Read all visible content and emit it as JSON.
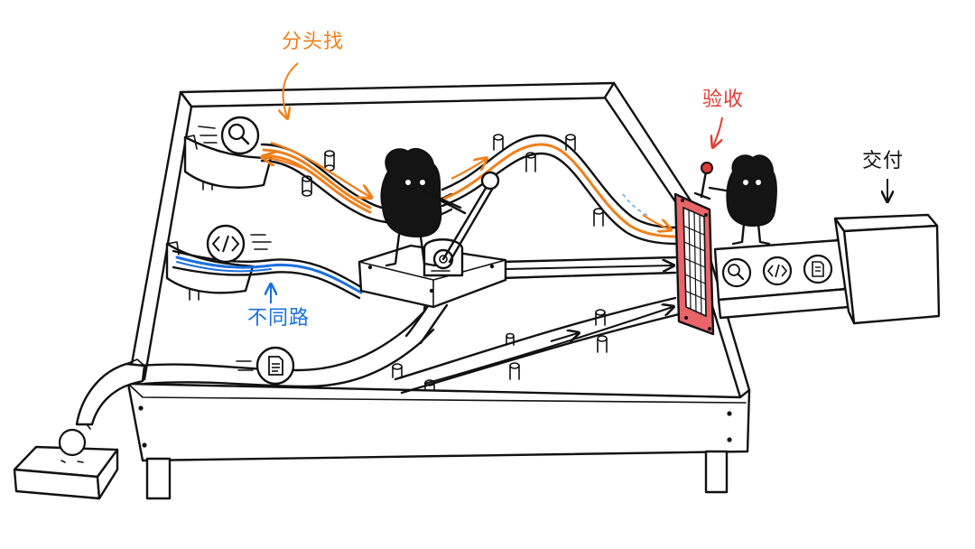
{
  "labels": {
    "split_search": "分头找",
    "different_paths": "不同路",
    "acceptance": "验收",
    "deliver": "交付"
  },
  "icons": {
    "search": "search-icon",
    "code": "code-icon",
    "document": "document-icon"
  },
  "colors": {
    "search_track": "#f07f1b",
    "code_track": "#1b6fe0",
    "gate": "#e8656a",
    "creature": "#141414",
    "ink": "#111111"
  }
}
